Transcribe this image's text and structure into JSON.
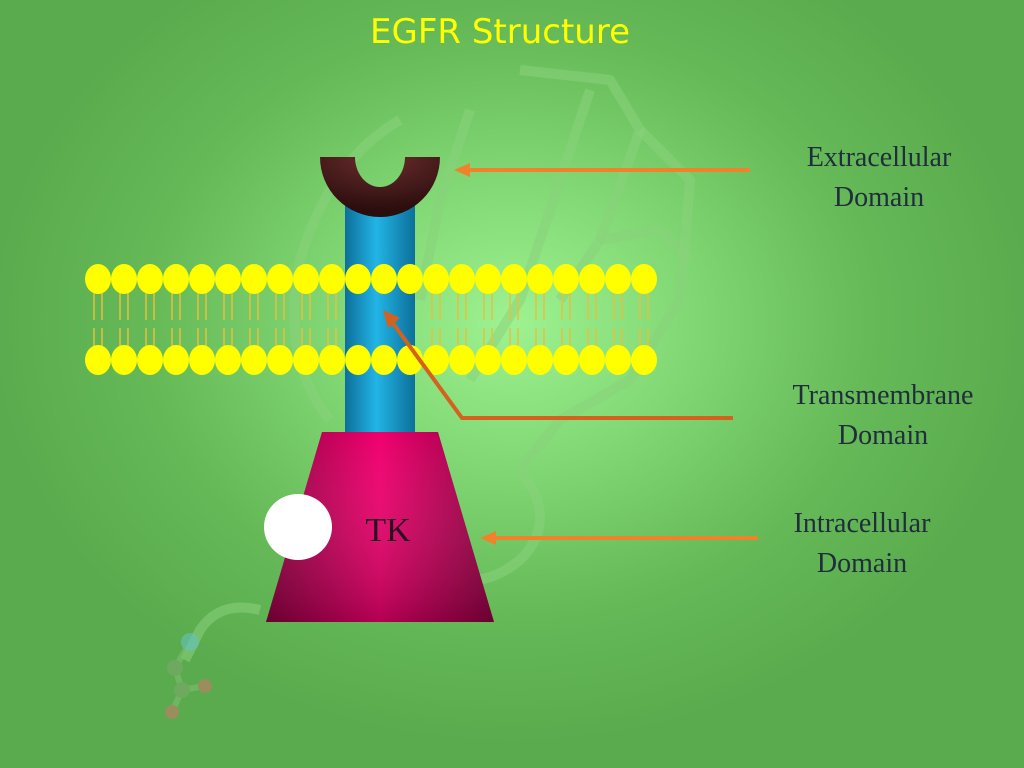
{
  "title": "EGFR Structure",
  "labels": {
    "extracellular": [
      "Extracellular",
      "Domain"
    ],
    "transmembrane": [
      "Transmembrane",
      "Domain"
    ],
    "intracellular": [
      "Intracellular",
      "Domain"
    ],
    "tk": "TK"
  },
  "colors": {
    "title": "#ffff00",
    "label_text": "#1f2d3d",
    "cup": "#3d1a1a",
    "helix": "#1fa6d6",
    "kinase": "#f0006e",
    "lipid_head": "#ffff00",
    "arrow": "#f0832a",
    "background": "#7fd672"
  }
}
